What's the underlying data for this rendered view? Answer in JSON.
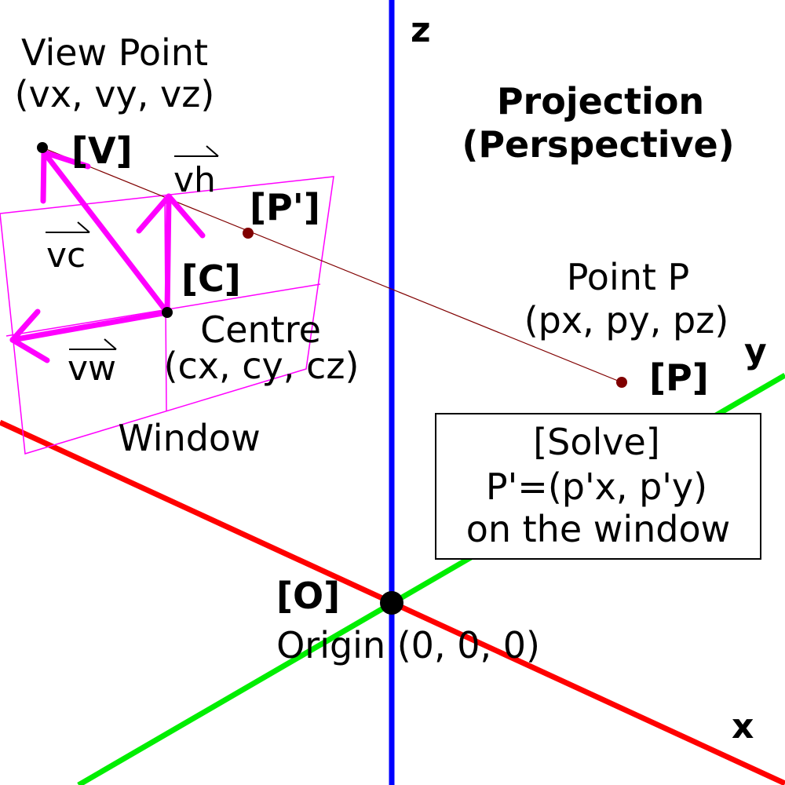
{
  "labels": {
    "z_axis": "z",
    "y_axis": "y",
    "x_axis": "x",
    "title_line1": "Projection",
    "title_line2": "(Perspective)",
    "view_point_name": "View Point",
    "view_point_coords": "(vx, vy, vz)",
    "view_point_tag": "[V]",
    "vector_vh": "vh",
    "vector_vc": "vc",
    "vector_vw": "vw",
    "projected_point_tag": "[P']",
    "centre_tag": "[C]",
    "centre_name": "Centre",
    "centre_coords": "(cx, cy, cz)",
    "window_name": "Window",
    "point_name": "Point P",
    "point_coords": "(px, py, pz)",
    "point_tag": "[P]",
    "origin_tag": "[O]",
    "origin_name": "Origin (0, 0, 0)"
  },
  "solve_box": {
    "line1": "[Solve]",
    "line2": "P'=(p'x, p'y)",
    "line3": "on the window"
  },
  "colors": {
    "x_axis": "#ff0000",
    "y_axis": "#00ee00",
    "z_axis": "#0000ff",
    "window_and_vectors": "#ff00ff",
    "projection_ray": "#800000",
    "points": "#000000"
  }
}
